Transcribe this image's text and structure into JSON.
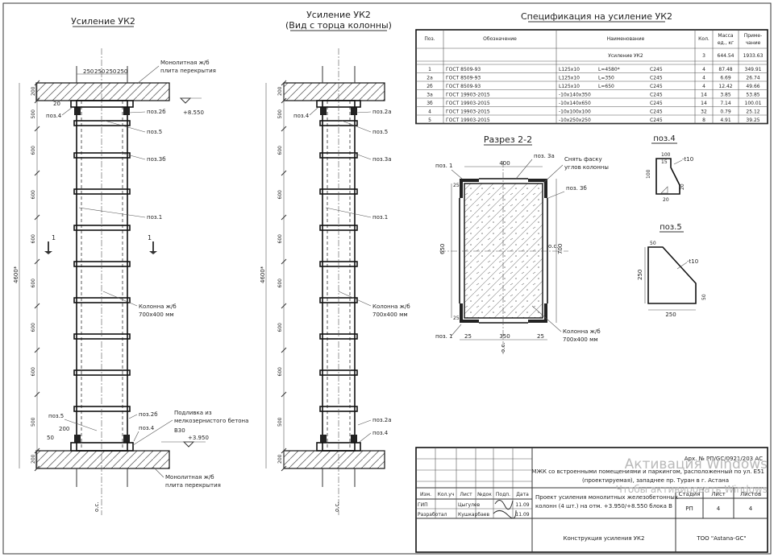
{
  "views": {
    "left": {
      "title": "Усиление УК2"
    },
    "right": {
      "title_line1": "Усиление УК2",
      "title_line2": "(Вид с торца колонны)"
    }
  },
  "labels": {
    "slab_top": "Монолитная ж/б",
    "slab_top2": "плита перекрытия",
    "slab_bottom": "Монолитная ж/б",
    "slab_bottom2": "плита перекрытия",
    "grout": "Подливка из",
    "grout2": "мелкозернистого бетона",
    "grout3": "В30",
    "column": "Колонна ж/б",
    "column2": "700x400 мм",
    "elev_top": "+8.550",
    "elev_bottom": "+3.950",
    "axis": "о.с.",
    "total_height": "4600*",
    "dims_top": [
      "250",
      "250",
      "250",
      "250"
    ],
    "dims_side": [
      "200",
      "500",
      "600",
      "600",
      "600",
      "600",
      "600",
      "600",
      "500",
      "200"
    ],
    "dims_near_top": "20",
    "dims_bottom_small": [
      "200",
      "50"
    ],
    "section_mark": "1",
    "pos_left": {
      "p4_top": "поз.4",
      "p2b_top": "поз.2б",
      "p5": "поз.5",
      "p3b": "поз.3б",
      "p1": "поз.1",
      "p2b_bot": "поз.2б",
      "p5_bot": "поз.5",
      "p4_bot": "поз.4"
    },
    "pos_right": {
      "p4_top": "поз.4",
      "p2a_top": "поз.2а",
      "p5": "поз.5",
      "p3a": "поз.3а",
      "p1": "поз.1",
      "p2a_bot": "поз.2а",
      "p4_bot": "поз.4"
    }
  },
  "spec": {
    "title": "Спецификация на усиление УК2",
    "headers": [
      "Поз.",
      "Обозначение",
      "Наименование",
      "Кол.",
      "Масса ед. кг",
      "Приме- чание"
    ],
    "mass_header_1": "Масса",
    "mass_header_2": "ед., кг",
    "note_header_1": "Приме-",
    "note_header_2": "чание",
    "summary": {
      "name": "Усиление УК2",
      "qty": "3",
      "mass": "644.54",
      "note": "1933.63"
    },
    "rows": [
      {
        "pos": "1",
        "doc": "ГОСТ 8509-93",
        "name": "L125x10",
        "length": "L=4580*",
        "steel": "С245",
        "qty": "4",
        "mass": "87.48",
        "note": "349.91"
      },
      {
        "pos": "2а",
        "doc": "ГОСТ 8509-93",
        "name": "L125x10",
        "length": "L=350",
        "steel": "С245",
        "qty": "4",
        "mass": "6.69",
        "note": "26.74"
      },
      {
        "pos": "2б",
        "doc": "ГОСТ 8509-93",
        "name": "L125x10",
        "length": "L=650",
        "steel": "С245",
        "qty": "4",
        "mass": "12.42",
        "note": "49.66"
      },
      {
        "pos": "3а",
        "doc": "ГОСТ 19903-2015",
        "name": "-10x140x350",
        "length": "",
        "steel": "С245",
        "qty": "14",
        "mass": "3.85",
        "note": "53.85"
      },
      {
        "pos": "3б",
        "doc": "ГОСТ 19903-2015",
        "name": "-10x140x650",
        "length": "",
        "steel": "С245",
        "qty": "14",
        "mass": "7.14",
        "note": "100.01"
      },
      {
        "pos": "4",
        "doc": "ГОСТ 19903-2015",
        "name": "-10x100x100",
        "length": "",
        "steel": "С245",
        "qty": "32",
        "mass": "0.79",
        "note": "25.12"
      },
      {
        "pos": "5",
        "doc": "ГОСТ 19903-2015",
        "name": "-10x250x250",
        "length": "",
        "steel": "С245",
        "qty": "8",
        "mass": "4.91",
        "note": "39.25"
      }
    ]
  },
  "section": {
    "title": "Разрез 2-2",
    "p1": "поз. 1",
    "p1b": "поз. 1",
    "p3a": "поз. 3а",
    "p3b": "поз. 3б",
    "chamfer": "Снять фаску",
    "chamfer2": "углов колонны",
    "column": "Колонна ж/б",
    "column2": "700x400 мм",
    "w": "400",
    "h": "650",
    "h2": "700",
    "inner": "350",
    "edge": "25",
    "axis": "о.с.",
    "dim_side_small": "25"
  },
  "pos4": {
    "title": "поз.4",
    "a": "100",
    "b": "15",
    "c": "100",
    "d": "20",
    "e": "20",
    "t": "-t10"
  },
  "pos5": {
    "title": "поз.5",
    "a": "250",
    "b": "250",
    "c": "50",
    "d": "50",
    "t": "-t10"
  },
  "stamp": {
    "code": "Арх. № РП/GC/0921/203   АС",
    "project": "МЖК со встроенными помещениями и паркингом, расположенный по ул. Е51",
    "project2": "(проектируемая), западнее пр. Туран в г. Астана",
    "object": "Проект усиления монолитных железобетонных",
    "object2": "колонн (4 шт.) на отм. +3.950/+8.550 блока В",
    "stage_h": "Стадия",
    "sheet_h": "Лист",
    "sheets_h": "Листов",
    "stage": "РП",
    "sheet": "4",
    "sheets": "4",
    "drawing": "Конструкция усиления УК2",
    "company": "ТОО \"Astana-GC\"",
    "col_headers": [
      "Изм.",
      "Кол.уч",
      "Лист",
      "№док",
      "Подп.",
      "Дата"
    ],
    "people": [
      {
        "role": "ГИП",
        "name": "Цыгулев",
        "date": "11.09"
      },
      {
        "role": "Разработал",
        "name": "Кушкарбаев",
        "date": "11.09"
      }
    ]
  },
  "watermark": {
    "line1": "Активация Windows",
    "line2": "Чтобы активировать Windows"
  }
}
